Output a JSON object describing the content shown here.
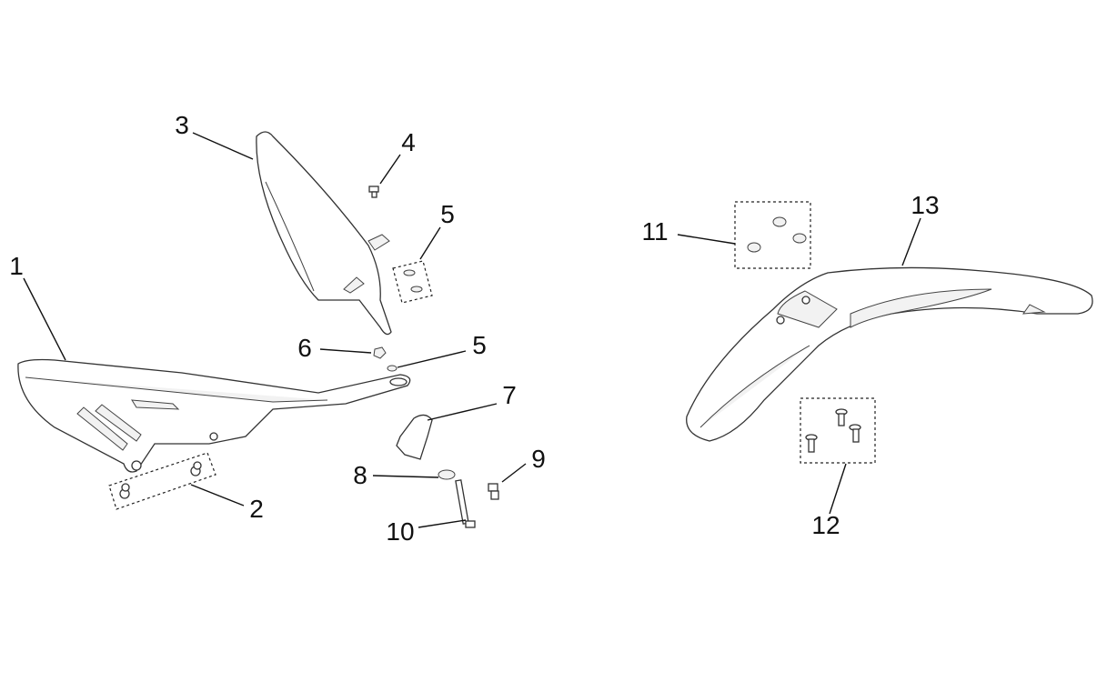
{
  "diagram": {
    "callouts": [
      {
        "id": "c1",
        "label": "1"
      },
      {
        "id": "c2",
        "label": "2"
      },
      {
        "id": "c3",
        "label": "3"
      },
      {
        "id": "c4",
        "label": "4"
      },
      {
        "id": "c5a",
        "label": "5"
      },
      {
        "id": "c6",
        "label": "6"
      },
      {
        "id": "c5b",
        "label": "5"
      },
      {
        "id": "c7",
        "label": "7"
      },
      {
        "id": "c8",
        "label": "8"
      },
      {
        "id": "c9",
        "label": "9"
      },
      {
        "id": "c10",
        "label": "10"
      },
      {
        "id": "c11",
        "label": "11"
      },
      {
        "id": "c12",
        "label": "12"
      },
      {
        "id": "c13",
        "label": "13"
      }
    ]
  }
}
